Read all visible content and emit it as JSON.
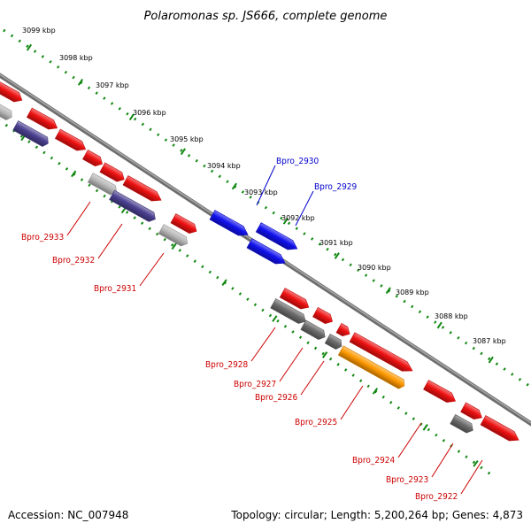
{
  "title": "Polaromonas sp. JS666, complete genome",
  "accession_label": "Accession: NC_007948",
  "summary_label": "Topology: circular; Length: 5,200,264 bp; Genes: 4,873",
  "scale_labels": [
    "3099 kbp",
    "3098 kbp",
    "3097 kbp",
    "3096 kbp",
    "3095 kbp",
    "3094 kbp",
    "3093 kbp",
    "3092 kbp",
    "3091 kbp",
    "3090 kbp",
    "3089 kbp",
    "3088 kbp",
    "3087 kbp"
  ],
  "gene_labels": [
    "Bpro_2930",
    "Bpro_2929",
    "Bpro_2933",
    "Bpro_2932",
    "Bpro_2931",
    "Bpro_2928",
    "Bpro_2927",
    "Bpro_2926",
    "Bpro_2925",
    "Bpro_2924",
    "Bpro_2923",
    "Bpro_2922"
  ],
  "colors": {
    "red": "#ee1111",
    "blue": "#1111ee",
    "navy": "#4a4090",
    "silver": "#b8b8b8",
    "gray": "#6a6a6a",
    "orange": "#ff9900",
    "scale_green": "#118811",
    "label_red": "#cc0000",
    "label_blue": "#0000cc"
  }
}
